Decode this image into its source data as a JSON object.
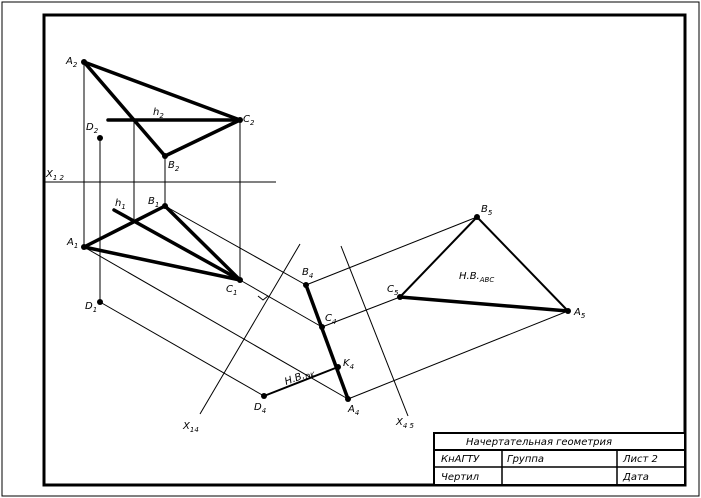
{
  "labels": {
    "A2": {
      "main": "A",
      "sub": "2"
    },
    "B2": {
      "main": "B",
      "sub": "2"
    },
    "C2": {
      "main": "C",
      "sub": "2"
    },
    "D2": {
      "main": "D",
      "sub": "2"
    },
    "h2": {
      "main": "h",
      "sub": "2"
    },
    "X12": {
      "main": "X",
      "sub": "1 2"
    },
    "h1": {
      "main": "h",
      "sub": "1"
    },
    "B1": {
      "main": "B",
      "sub": "1"
    },
    "A1": {
      "main": "A",
      "sub": "1"
    },
    "C1": {
      "main": "C",
      "sub": "1"
    },
    "D1": {
      "main": "D",
      "sub": "1"
    },
    "B4": {
      "main": "B",
      "sub": "4"
    },
    "C4": {
      "main": "C",
      "sub": "4"
    },
    "K4": {
      "main": "K",
      "sub": "4"
    },
    "A4": {
      "main": "A",
      "sub": "4"
    },
    "D4": {
      "main": "D",
      "sub": "4"
    },
    "X14": {
      "main": "X",
      "sub": "14"
    },
    "X45": {
      "main": "X",
      "sub": "4 5"
    },
    "HB_OK": {
      "main": "Н.В.",
      "sub": "DK"
    },
    "B5": {
      "main": "B",
      "sub": "5"
    },
    "C5": {
      "main": "C",
      "sub": "5"
    },
    "A5": {
      "main": "A",
      "sub": "5"
    },
    "HB_ABC": {
      "main": "Н.В.",
      "sub": "ABC"
    }
  },
  "title_block": {
    "title": "Начертательная геометрия",
    "org": "КнАГТУ",
    "group": "Группа",
    "sheet": "Лист 2",
    "drawn": "Чертил",
    "date": "Дата"
  }
}
